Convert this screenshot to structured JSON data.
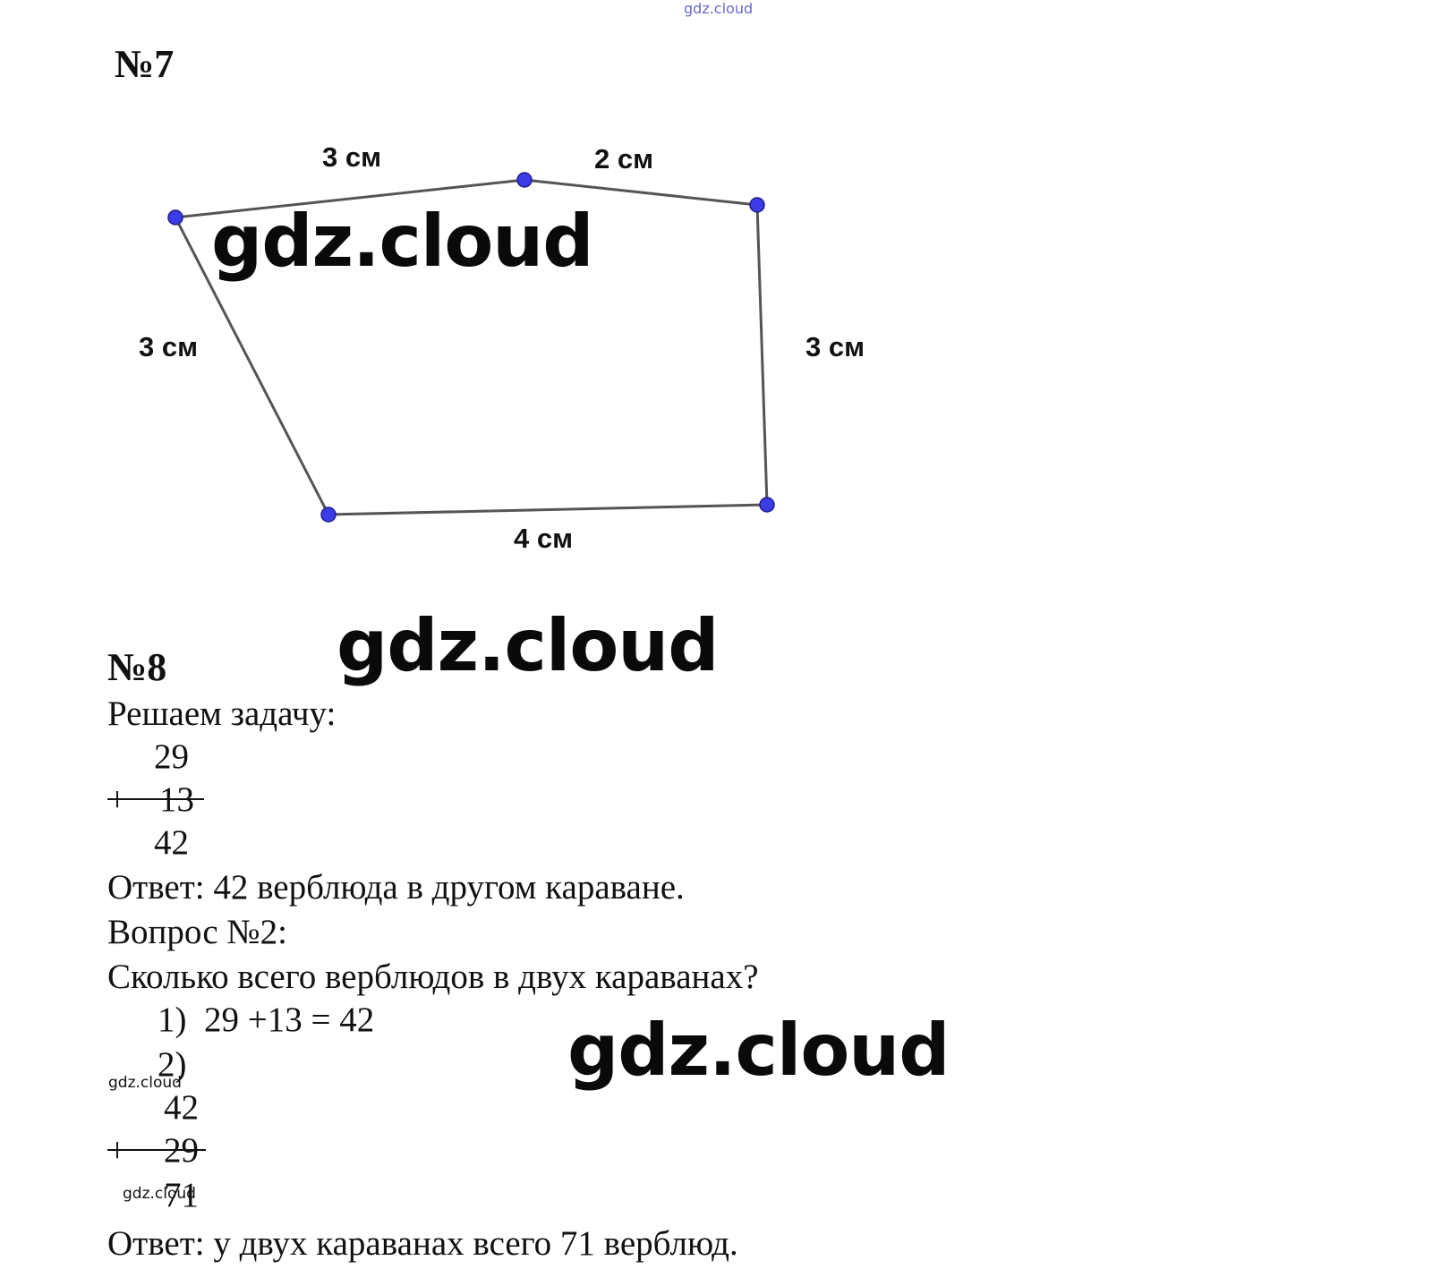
{
  "watermark_top": "gdz.cloud",
  "task7": {
    "heading": "№7",
    "labels": {
      "top_left": "3 см",
      "top_right": "2 см",
      "left": "3 см",
      "right": "3 см",
      "bottom": "4 см"
    },
    "colors": {
      "vertex": "#3c3ce6",
      "edge": "#555555"
    }
  },
  "task8": {
    "heading": "№8",
    "intro": "Решаем задачу:",
    "sum1": {
      "a": "29",
      "op": "+",
      "b": "13",
      "result": "42"
    },
    "answer1": "Ответ: 42 верблюда в другом караване.",
    "question_label": "Вопрос №2:",
    "question": "Сколько всего верблюдов в двух караванах?",
    "step1": "1)  29 +13 = 42",
    "step2": "2)",
    "sum2": {
      "a": "42",
      "op": "+",
      "b": "29",
      "result": "71"
    },
    "answer2": "Ответ: у двух караванах всего 71 верблюд."
  },
  "watermarks": [
    "gdz.cloud",
    "gdz.cloud",
    "gdz.cloud",
    "gdz.cloud",
    "gdz.cloud"
  ]
}
